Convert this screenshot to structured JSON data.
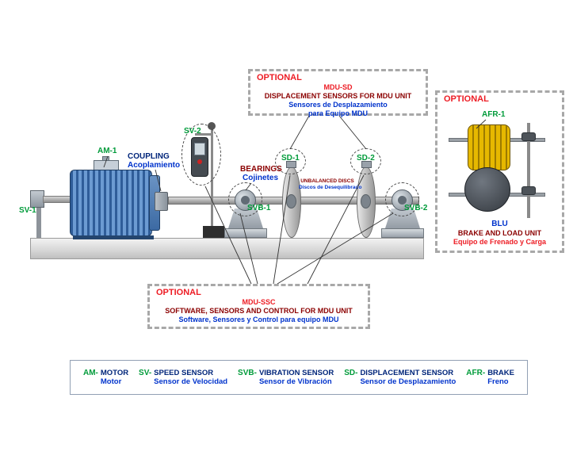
{
  "colors": {
    "green": "#009b3a",
    "red": "#ed1c24",
    "maroon": "#8b0000",
    "blue": "#0033cc",
    "navy": "#00257a"
  },
  "machine": {
    "sv1_label": "SV-1",
    "am1_label": "AM-1",
    "coupling_en": "COUPLING",
    "coupling_es": "Acoplamiento",
    "sv2_label": "SV-2",
    "bearings_en": "BEARINGS",
    "bearings_es": "Cojinetes",
    "svb1_label": "SVB-1",
    "svb2_label": "SVB-2",
    "sd1_label": "SD-1",
    "sd2_label": "SD-2",
    "discs_en": "UNBALANCED DISCS",
    "discs_es": "Discos de Desequilibrado"
  },
  "optional_sd": {
    "tag": "OPTIONAL",
    "code": "MDU-SD",
    "title_en": "DISPLACEMENT SENSORS FOR MDU UNIT",
    "subtitle_es_line1": "Sensores de Desplazamiento",
    "subtitle_es_line2": "para Equipo MDU"
  },
  "optional_blu": {
    "tag": "OPTIONAL",
    "afr1_label": "AFR-1",
    "code": "BLU",
    "title_en": "BRAKE AND LOAD UNIT",
    "subtitle_es": "Equipo de Frenado y Carga"
  },
  "optional_ssc": {
    "tag": "OPTIONAL",
    "code": "MDU-SSC",
    "title_en": "SOFTWARE, SENSORS AND CONTROL FOR MDU UNIT",
    "subtitle_es": "Software, Sensores y Control para equipo MDU"
  },
  "legend": {
    "items": [
      {
        "prefix": "AM-",
        "en": "MOTOR",
        "es": "Motor"
      },
      {
        "prefix": "SV-",
        "en": "SPEED SENSOR",
        "es": "Sensor de Velocidad"
      },
      {
        "prefix": "SVB-",
        "en": "VIBRATION SENSOR",
        "es": "Sensor de Vibración"
      },
      {
        "prefix": "SD-",
        "en": "DISPLACEMENT SENSOR",
        "es": "Sensor de Desplazamiento"
      },
      {
        "prefix": "AFR-",
        "en": "BRAKE",
        "es": "Freno"
      }
    ]
  }
}
